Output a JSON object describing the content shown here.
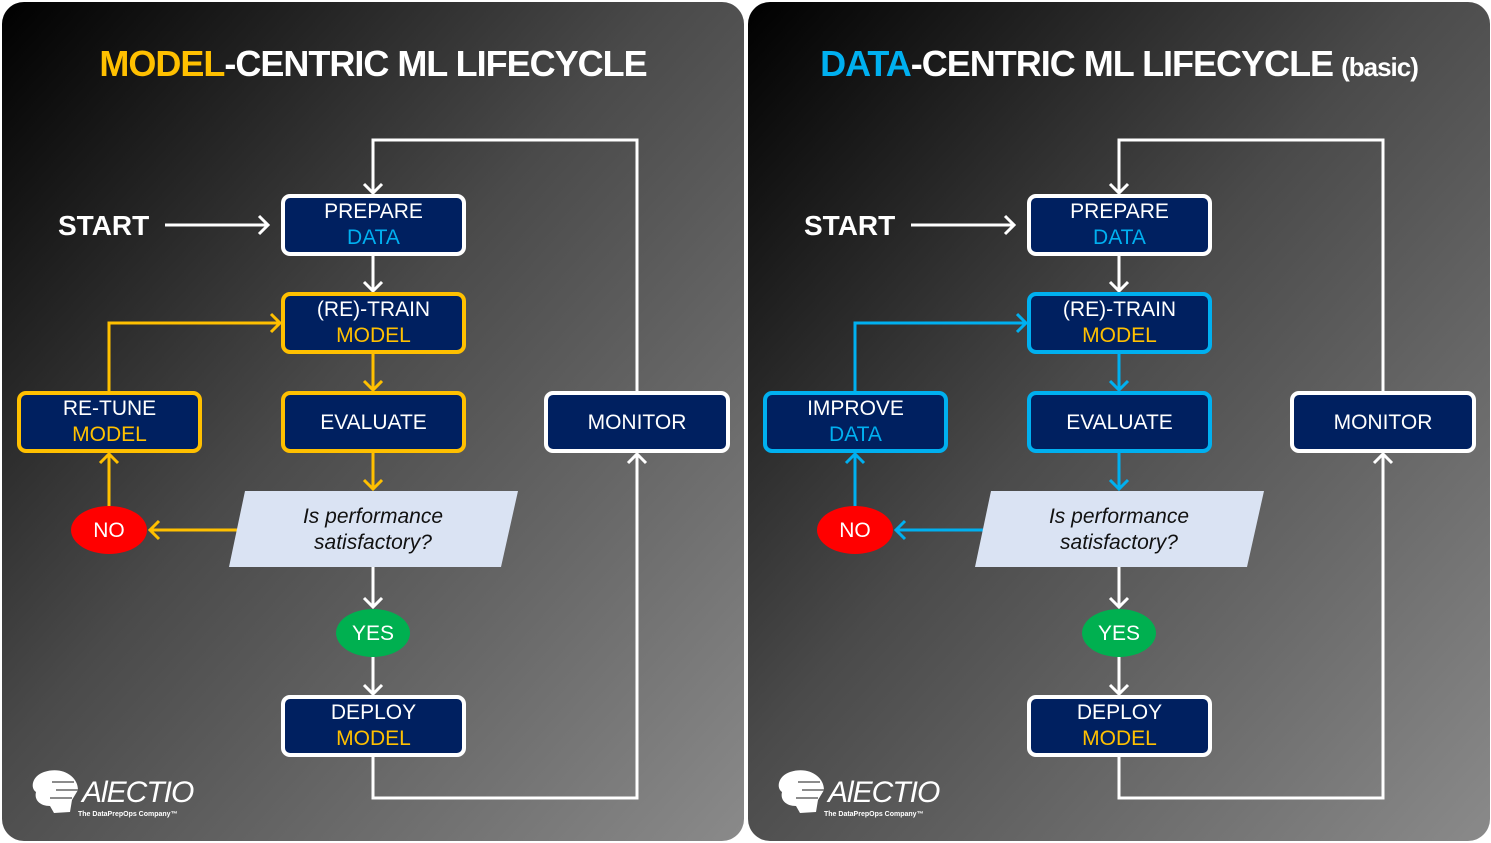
{
  "colors": {
    "box_fill": "#002060",
    "model_accent": "#ffc000",
    "data_accent": "#00b0f0",
    "no": "#ff0000",
    "yes": "#00b050",
    "decision_fill": "#dae3f3"
  },
  "panels": [
    {
      "id": "model-centric",
      "title_highlight": "MODEL",
      "title_rest": "-CENTRIC ML LIFECYCLE",
      "title_suffix": "",
      "accent": "#ffc000",
      "start": "START",
      "prepare": [
        "PREPARE",
        "DATA"
      ],
      "retrain": [
        "(RE)-TRAIN",
        "MODEL"
      ],
      "evaluate": "EVALUATE",
      "side": [
        "RE-TUNE",
        "MODEL"
      ],
      "monitor": "MONITOR",
      "decision": [
        "Is performance",
        "satisfactory?"
      ],
      "no": "NO",
      "yes": "YES",
      "deploy": [
        "DEPLOY",
        "MODEL"
      ]
    },
    {
      "id": "data-centric",
      "title_highlight": "DATA",
      "title_rest": "-CENTRIC ML LIFECYCLE",
      "title_suffix": "(basic)",
      "accent": "#00b0f0",
      "start": "START",
      "prepare": [
        "PREPARE",
        "DATA"
      ],
      "retrain": [
        "(RE)-TRAIN",
        "MODEL"
      ],
      "evaluate": "EVALUATE",
      "side": [
        "IMPROVE",
        "DATA"
      ],
      "monitor": "MONITOR",
      "decision": [
        "Is performance",
        "satisfactory?"
      ],
      "no": "NO",
      "yes": "YES",
      "deploy": [
        "DEPLOY",
        "MODEL"
      ]
    }
  ],
  "logo": {
    "name": "ALECTIO",
    "tagline": "The DataPrepOps Company™"
  }
}
